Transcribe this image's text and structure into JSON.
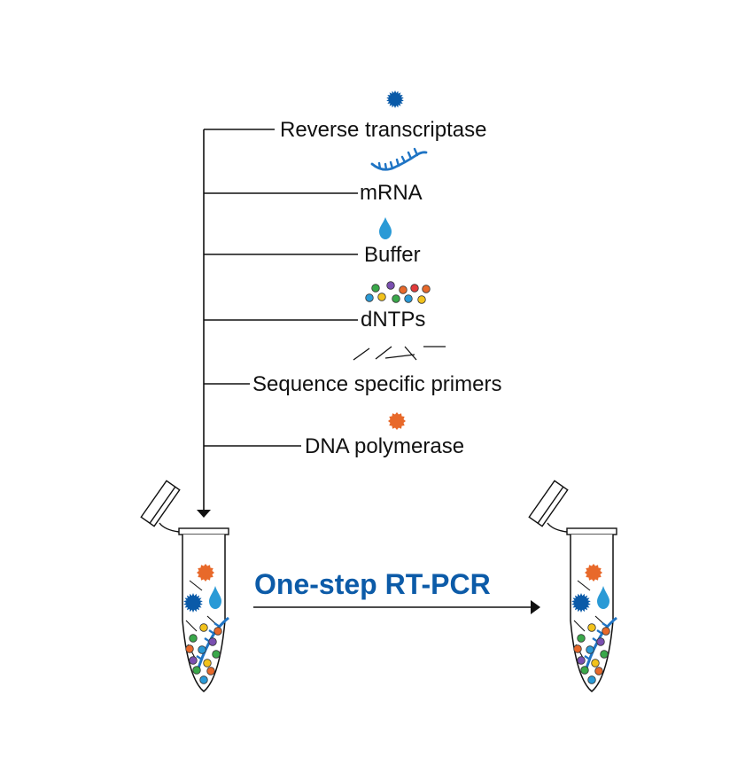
{
  "components": [
    {
      "label": "Reverse transcriptase",
      "icon": "reverse-transcriptase-icon"
    },
    {
      "label": "mRNA",
      "icon": "mrna-strand-icon"
    },
    {
      "label": "Buffer",
      "icon": "buffer-droplet-icon"
    },
    {
      "label": "dNTPs",
      "icon": "dntp-beads-icon"
    },
    {
      "label": "Sequence specific primers",
      "icon": "primers-icon"
    },
    {
      "label": "DNA polymerase",
      "icon": "dna-polymerase-icon"
    }
  ],
  "process": {
    "label": "One-step RT-PCR"
  },
  "colors": {
    "enzyme_blue": "#0a5aa8",
    "mrna_blue": "#1f74c4",
    "buffer_blue": "#2a9ad6",
    "polymerase_orange": "#e8692a",
    "title_blue": "#0c5ba8",
    "line": "#111111",
    "dntp": [
      "#3aa84a",
      "#7a4fb0",
      "#e8692a",
      "#2a9ad6",
      "#f2c21b",
      "#e23b3b"
    ]
  }
}
